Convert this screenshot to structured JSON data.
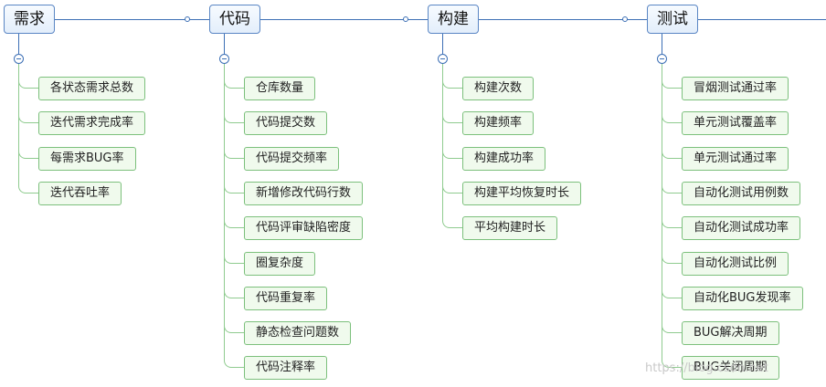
{
  "mindmap": {
    "topics": [
      {
        "title": "需求",
        "items": [
          "各状态需求总数",
          "迭代需求完成率",
          "每需求BUG率",
          "迭代吞吐率"
        ]
      },
      {
        "title": "代码",
        "items": [
          "仓库数量",
          "代码提交数",
          "代码提交频率",
          "新增修改代码行数",
          "代码评审缺陷密度",
          "圈复杂度",
          "代码重复率",
          "静态检查问题数",
          "代码注释率"
        ]
      },
      {
        "title": "构建",
        "items": [
          "构建次数",
          "构建频率",
          "构建成功率",
          "构建平均恢复时长",
          "平均构建时长"
        ]
      },
      {
        "title": "测试",
        "items": [
          "冒烟测试通过率",
          "单元测试覆盖率",
          "单元测试通过率",
          "自动化测试用例数",
          "自动化测试成功率",
          "自动化测试比例",
          "自动化BUG发现率",
          "BUG解决周期",
          "BUG关闭周期"
        ]
      }
    ]
  },
  "watermark": "https://blog.csdn.net",
  "colors": {
    "connector": "#3c6fb5",
    "branch": "#8fcb8f",
    "item_border": "#7cc07c",
    "item_fill": "#f0faed",
    "topic_border": "#5a86c4"
  }
}
